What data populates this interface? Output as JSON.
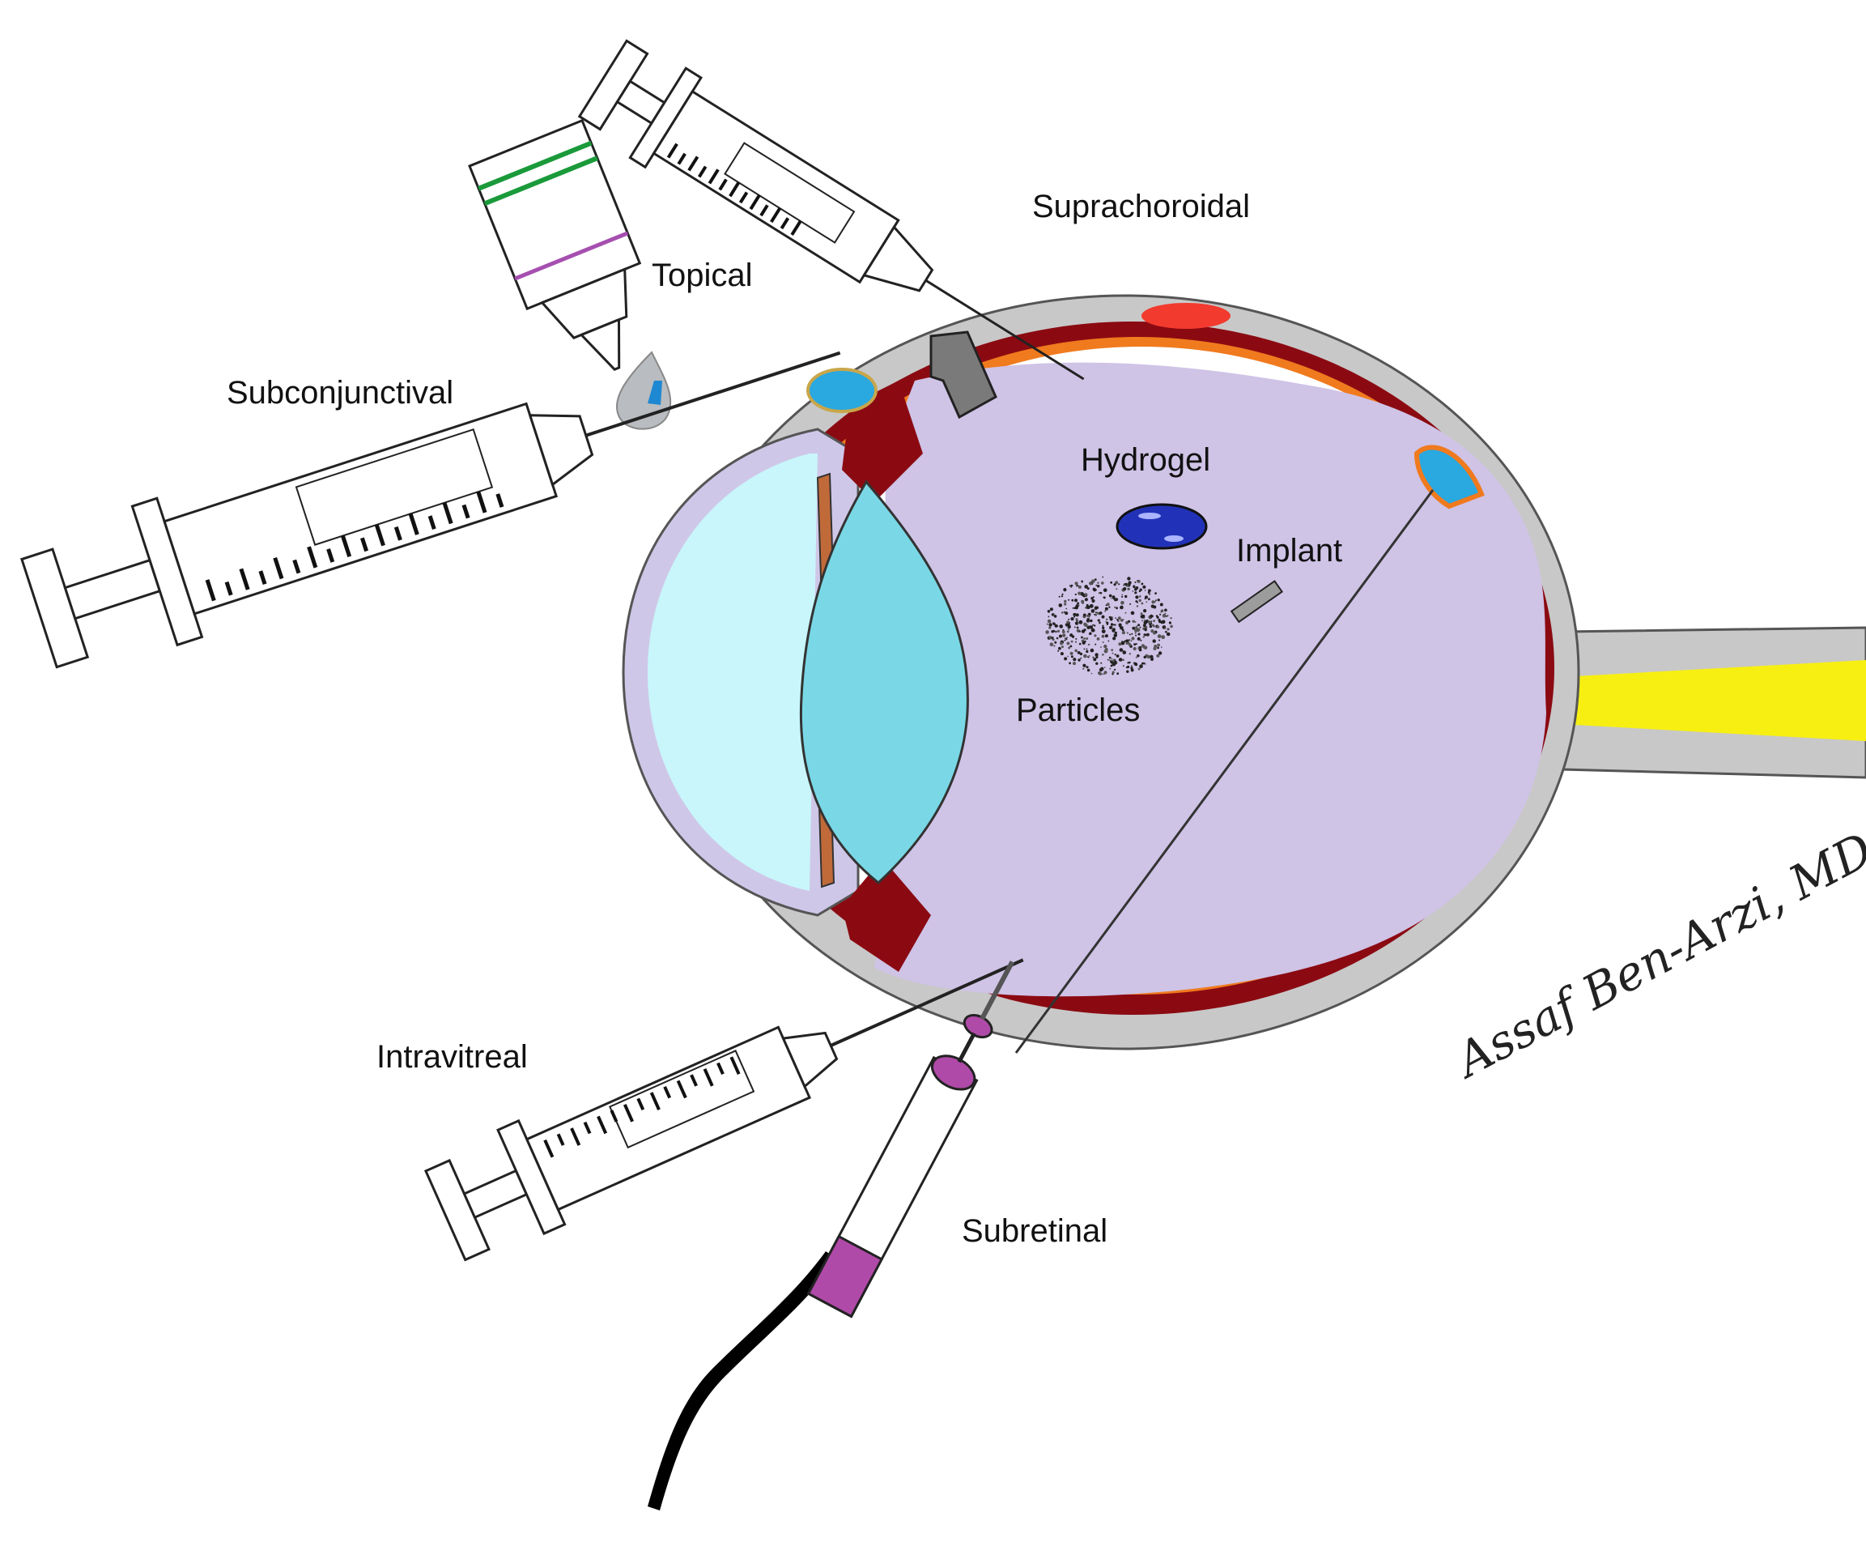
{
  "labels": {
    "suprachoroidal": "Suprachoroidal",
    "topical": "Topical",
    "subconjunctival": "Subconjunctival",
    "hydrogel": "Hydrogel",
    "implant": "Implant",
    "particles": "Particles",
    "intravitreal": "Intravitreal",
    "subretinal": "Subretinal"
  },
  "signature": "Assaf Ben-Arzi, MD",
  "colors": {
    "sclera": "#c8c8c8",
    "choroid": "#8b0a12",
    "retina": "#f07a1e",
    "vitreous": "#cfc3e6",
    "lens": "#7ad8e6",
    "cornea_outer": "#cfc7e8",
    "cornea_inner": "#c8f6fb",
    "optic_nerve": "#f7ef12",
    "hydrogel": "#2232b8",
    "injection_bleb": "#f23a2e",
    "subretinal_bleb": "#2aa8e0",
    "drop": "#b9bcc0",
    "bottle_stripe_green": "#1a9a3a",
    "bottle_stripe_purple": "#a64fb0",
    "cannula_tip": "#b04aa8"
  }
}
